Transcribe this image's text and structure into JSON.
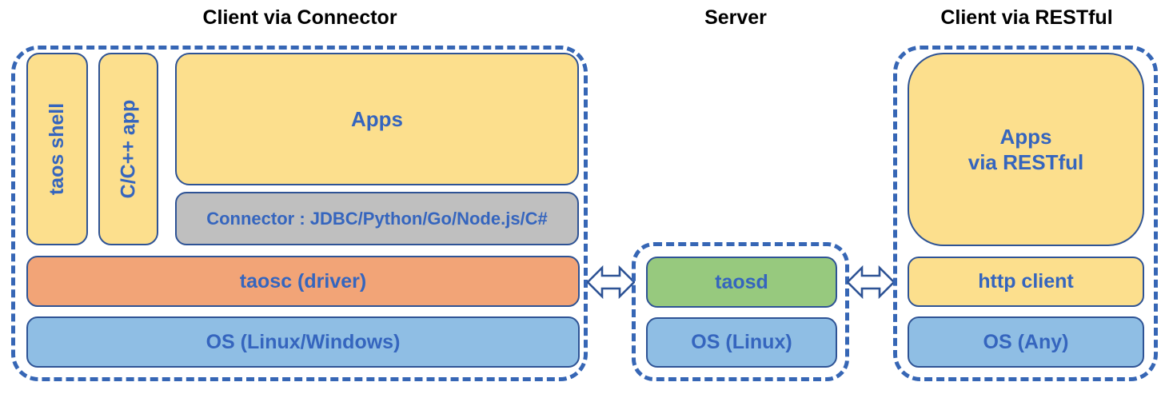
{
  "palette": {
    "box_border": "#2E5395",
    "dash_border": "#3666B5",
    "label_blue": "#3565BE",
    "yellow": "#FCDF8D",
    "orange": "#F2A477",
    "blue": "#8FBEE4",
    "green": "#97C97E",
    "gray": "#BFBFBF",
    "title_black": "#000000",
    "arrow_fill": "#FFFFFF"
  },
  "sections": {
    "client_connector": {
      "title": "Client via Connector",
      "taos_shell": "taos shell",
      "cpp_app": "C/C++ app",
      "apps": "Apps",
      "connector": "Connector : JDBC/Python/Go/Node.js/C#",
      "taosc": "taosc (driver)",
      "os": "OS (Linux/Windows)"
    },
    "server": {
      "title": "Server",
      "taosd": "taosd",
      "os": "OS (Linux)"
    },
    "client_restful": {
      "title": "Client via RESTful",
      "apps_line1": "Apps",
      "apps_line2": "via RESTful",
      "http_client": "http client",
      "os": "OS (Any)"
    }
  }
}
